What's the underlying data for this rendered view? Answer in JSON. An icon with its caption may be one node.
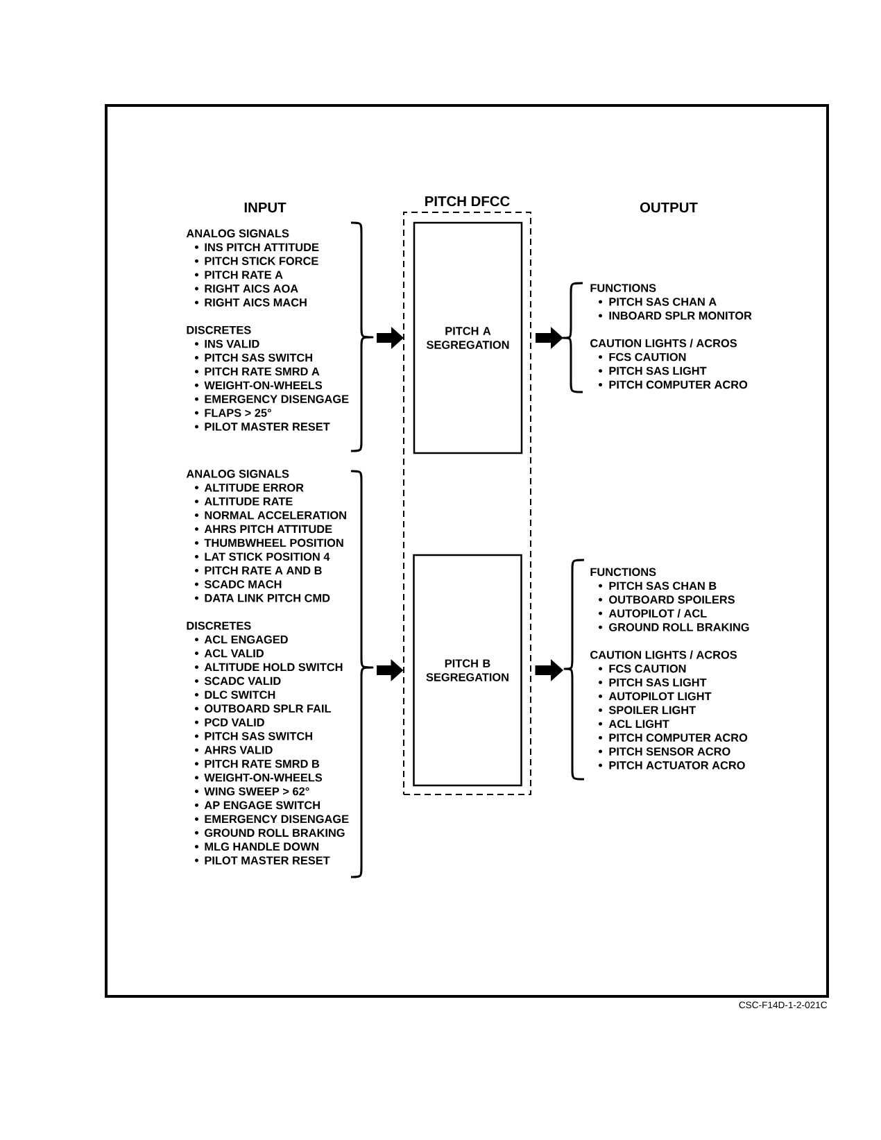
{
  "diagram": {
    "nodes": [
      {
        "text": [
          "ANALOG SIGNALS",
          "INS PITCH ATTITUDE",
          "PITCH STICK FORCE",
          "PITCH RATE A",
          "RIGHT AICS AOA",
          "RIGHT AICS MACH",
          "DISCRETES",
          "INS VALID",
          "PITCH SAS SWITCH",
          "PITCH RATE SMRD A",
          "WEIGHT-ON-WHEELS",
          "EMERGENCY DISENGAGE",
          "FLAPS > 25°",
          "PILOT MASTER RESET"
        ]
      },
      {
        "text": [
          "PITCH DFCC"
        ]
      },
      {
        "text": [
          "PITCH A SEGREGATION"
        ],
        "in": 1
      },
      {
        "text": [
          "FUNCTIONS",
          "PITCH SAS CHAN A",
          "INBOARD SPLR MONITOR",
          "CAUTION LIGHTS / ACROS",
          "FCS CAUTION",
          "PITCH SAS LIGHT",
          "PITCH COMPUTER ACRO"
        ]
      },
      {
        "text": [
          "ANALOG SIGNALS",
          "ALTITUDE ERROR",
          "ALTITUDE RATE",
          "NORMAL ACCELERATION",
          "AHRS PITCH ATTITUDE",
          "THUMBWHEEL POSITION",
          "LAT STICK POSITION 4",
          "PITCH RATE A AND B",
          "SCADC MACH",
          "DATA LINK PITCH CMD",
          "DISCRETES",
          "ACL ENGAGED",
          "ACL VALID",
          "ALTITUDE HOLD SWITCH",
          "SCADC VALID",
          "DLC SWITCH",
          "OUTBOARD SPLR FAIL",
          "PCD VALID",
          "PITCH SAS SWITCH",
          "AHRS VALID",
          "PITCH RATE SMRD B",
          "WEIGHT-ON-WHEELS",
          "WING SWEEP > 62°",
          "AP ENGAGE SWITCH",
          "EMERGENCY DISENGAGE",
          "GROUND ROLL BRAKING",
          "MLG HANDLE DOWN",
          "PILOT MASTER RESET"
        ]
      },
      {
        "text": [
          "PITCH B SEGREGATION"
        ],
        "in": 1
      },
      {
        "text": [
          "FUNCTIONS",
          "PITCH SAS CHAN B",
          "OUTBOARD SPOILERS",
          "AUTOPILOT / ACL",
          "GROUND ROLL BRAKING",
          "CAUTION LIGHTS / ACROS",
          "FCS CAUTION",
          "PITCH SAS LIGHT",
          "AUTOPILOT LIGHT",
          "SPOILER LIGHT",
          "ACL LIGHT",
          "PITCH COMPUTER ACRO",
          "PITCH SENSOR ACRO",
          "PITCH ACTUATOR ACRO"
        ]
      }
    ],
    "edges": [
      {
        "from": 0,
        "to": 2,
        "arrow": "to"
      },
      {
        "from": 2,
        "to": 3,
        "arrow": "to"
      },
      {
        "from": 4,
        "to": 5,
        "arrow": "to"
      },
      {
        "from": 5,
        "to": 6,
        "arrow": "to"
      }
    ],
    "labels": [
      "INPUT",
      "OUTPUT",
      "CSC-F14D-1-2-021C"
    ]
  }
}
